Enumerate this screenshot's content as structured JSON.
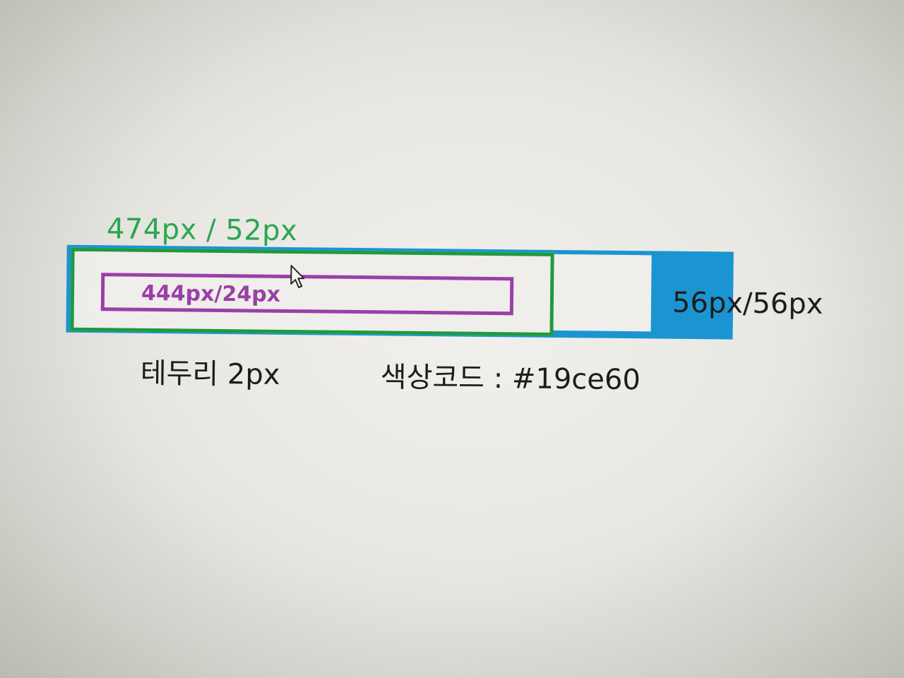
{
  "annotations": {
    "outer_size": "474px / 52px",
    "inner_size": "444px/24px",
    "button_size": "56px/56px",
    "border_note": "테두리 2px",
    "color_note": "색상코드 : #19ce60"
  },
  "colors": {
    "outer_border": "#1f9a3c",
    "inner_border": "#9a3fa8",
    "bar": "#1a95d2",
    "background": "#efeeea"
  },
  "icons": {
    "cursor": "mouse-pointer-icon"
  }
}
